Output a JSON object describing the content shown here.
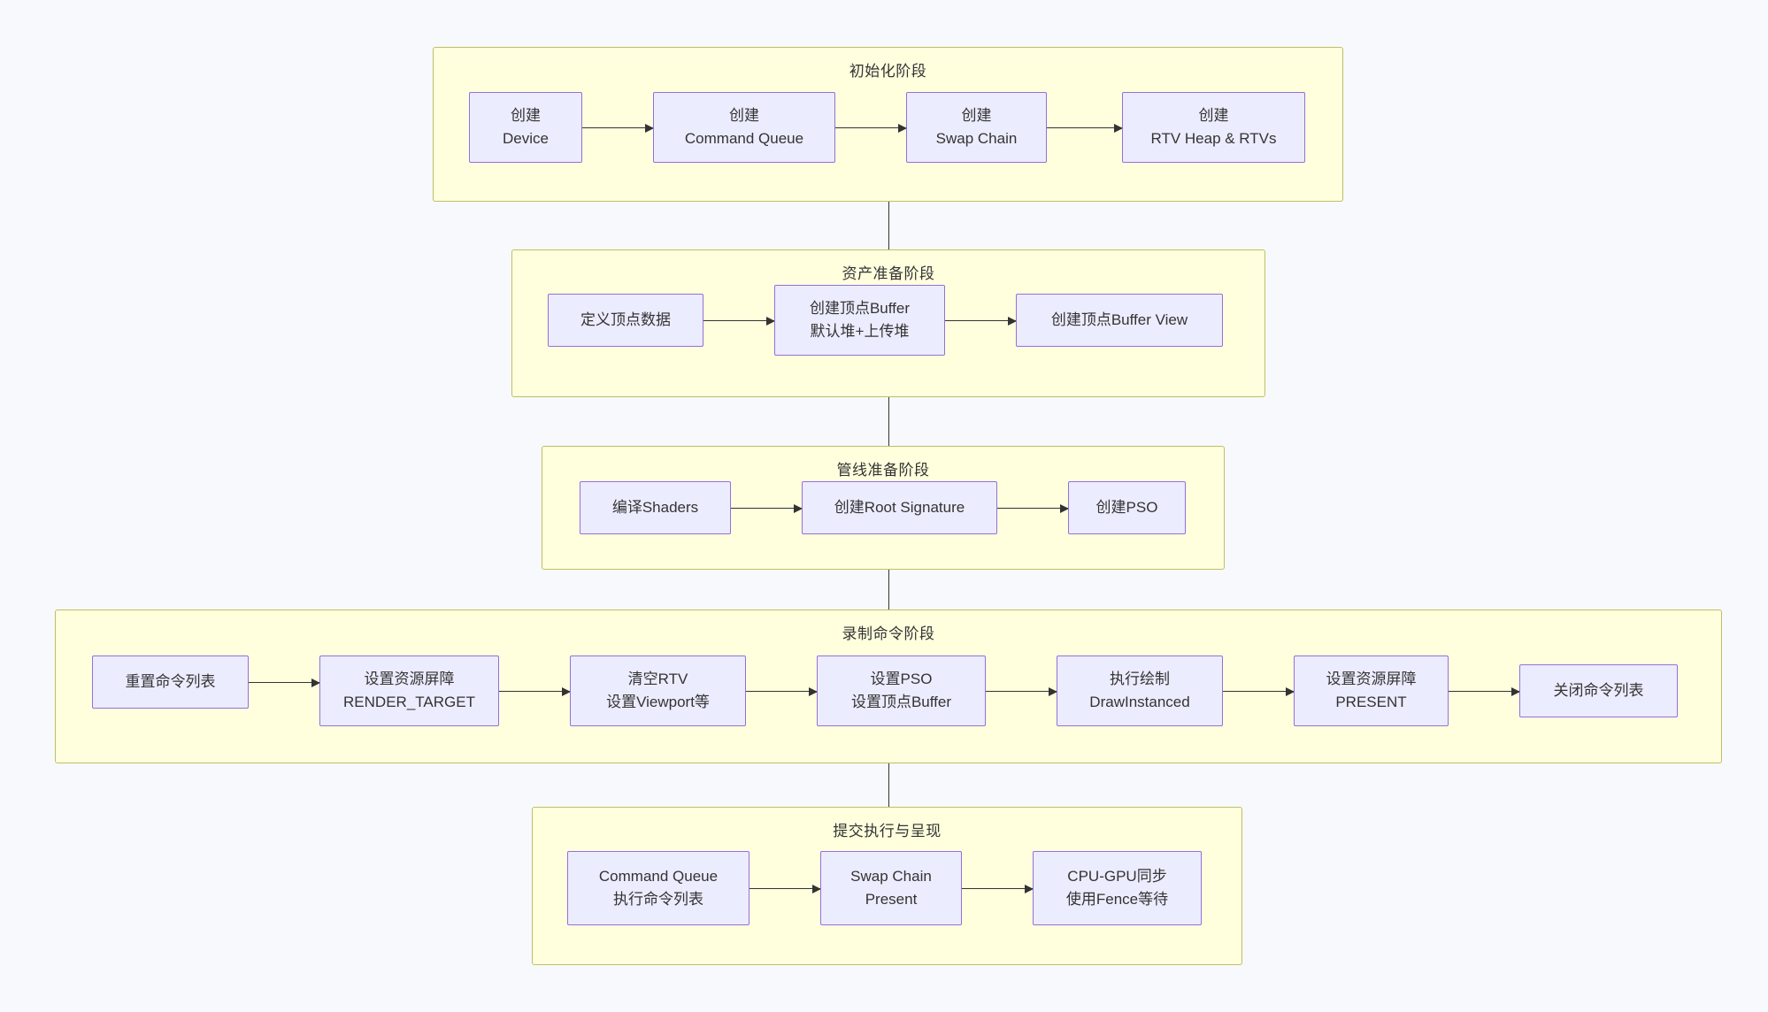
{
  "diagram": {
    "type": "flowchart",
    "direction": "top-to-bottom",
    "colors": {
      "page_background": "#f8f9fc",
      "phase_fill": "#ffffde",
      "phase_border": "#bfbf66",
      "node_fill": "#ececff",
      "node_border": "#9370db",
      "text": "#333333",
      "edge": "#333333"
    },
    "phases": [
      {
        "id": "init",
        "title": "初始化阶段",
        "nodes": [
          {
            "id": "n1",
            "line1": "创建",
            "line2": "Device"
          },
          {
            "id": "n2",
            "line1": "创建",
            "line2": "Command Queue"
          },
          {
            "id": "n3",
            "line1": "创建",
            "line2": "Swap Chain"
          },
          {
            "id": "n4",
            "line1": "创建",
            "line2": "RTV Heap & RTVs"
          }
        ]
      },
      {
        "id": "assets",
        "title": "资产准备阶段",
        "nodes": [
          {
            "id": "a1",
            "line1": "定义顶点数据",
            "line2": ""
          },
          {
            "id": "a2",
            "line1": "创建顶点Buffer",
            "line2": "默认堆+上传堆"
          },
          {
            "id": "a3",
            "line1": "创建顶点Buffer View",
            "line2": ""
          }
        ]
      },
      {
        "id": "pipeline",
        "title": "管线准备阶段",
        "nodes": [
          {
            "id": "p1",
            "line1": "编译Shaders",
            "line2": ""
          },
          {
            "id": "p2",
            "line1": "创建Root Signature",
            "line2": ""
          },
          {
            "id": "p3",
            "line1": "创建PSO",
            "line2": ""
          }
        ]
      },
      {
        "id": "record",
        "title": "录制命令阶段",
        "nodes": [
          {
            "id": "r1",
            "line1": "重置命令列表",
            "line2": ""
          },
          {
            "id": "r2",
            "line1": "设置资源屏障",
            "line2": "RENDER_TARGET"
          },
          {
            "id": "r3",
            "line1": "清空RTV",
            "line2": "设置Viewport等"
          },
          {
            "id": "r4",
            "line1": "设置PSO",
            "line2": "设置顶点Buffer"
          },
          {
            "id": "r5",
            "line1": "执行绘制",
            "line2": "DrawInstanced"
          },
          {
            "id": "r6",
            "line1": "设置资源屏障",
            "line2": "PRESENT"
          },
          {
            "id": "r7",
            "line1": "关闭命令列表",
            "line2": ""
          }
        ]
      },
      {
        "id": "submit",
        "title": "提交执行与呈现",
        "nodes": [
          {
            "id": "s1",
            "line1": "Command Queue",
            "line2": "执行命令列表"
          },
          {
            "id": "s2",
            "line1": "Swap Chain",
            "line2": "Present"
          },
          {
            "id": "s3",
            "line1": "CPU-GPU同步",
            "line2": "使用Fence等待"
          }
        ]
      }
    ]
  }
}
